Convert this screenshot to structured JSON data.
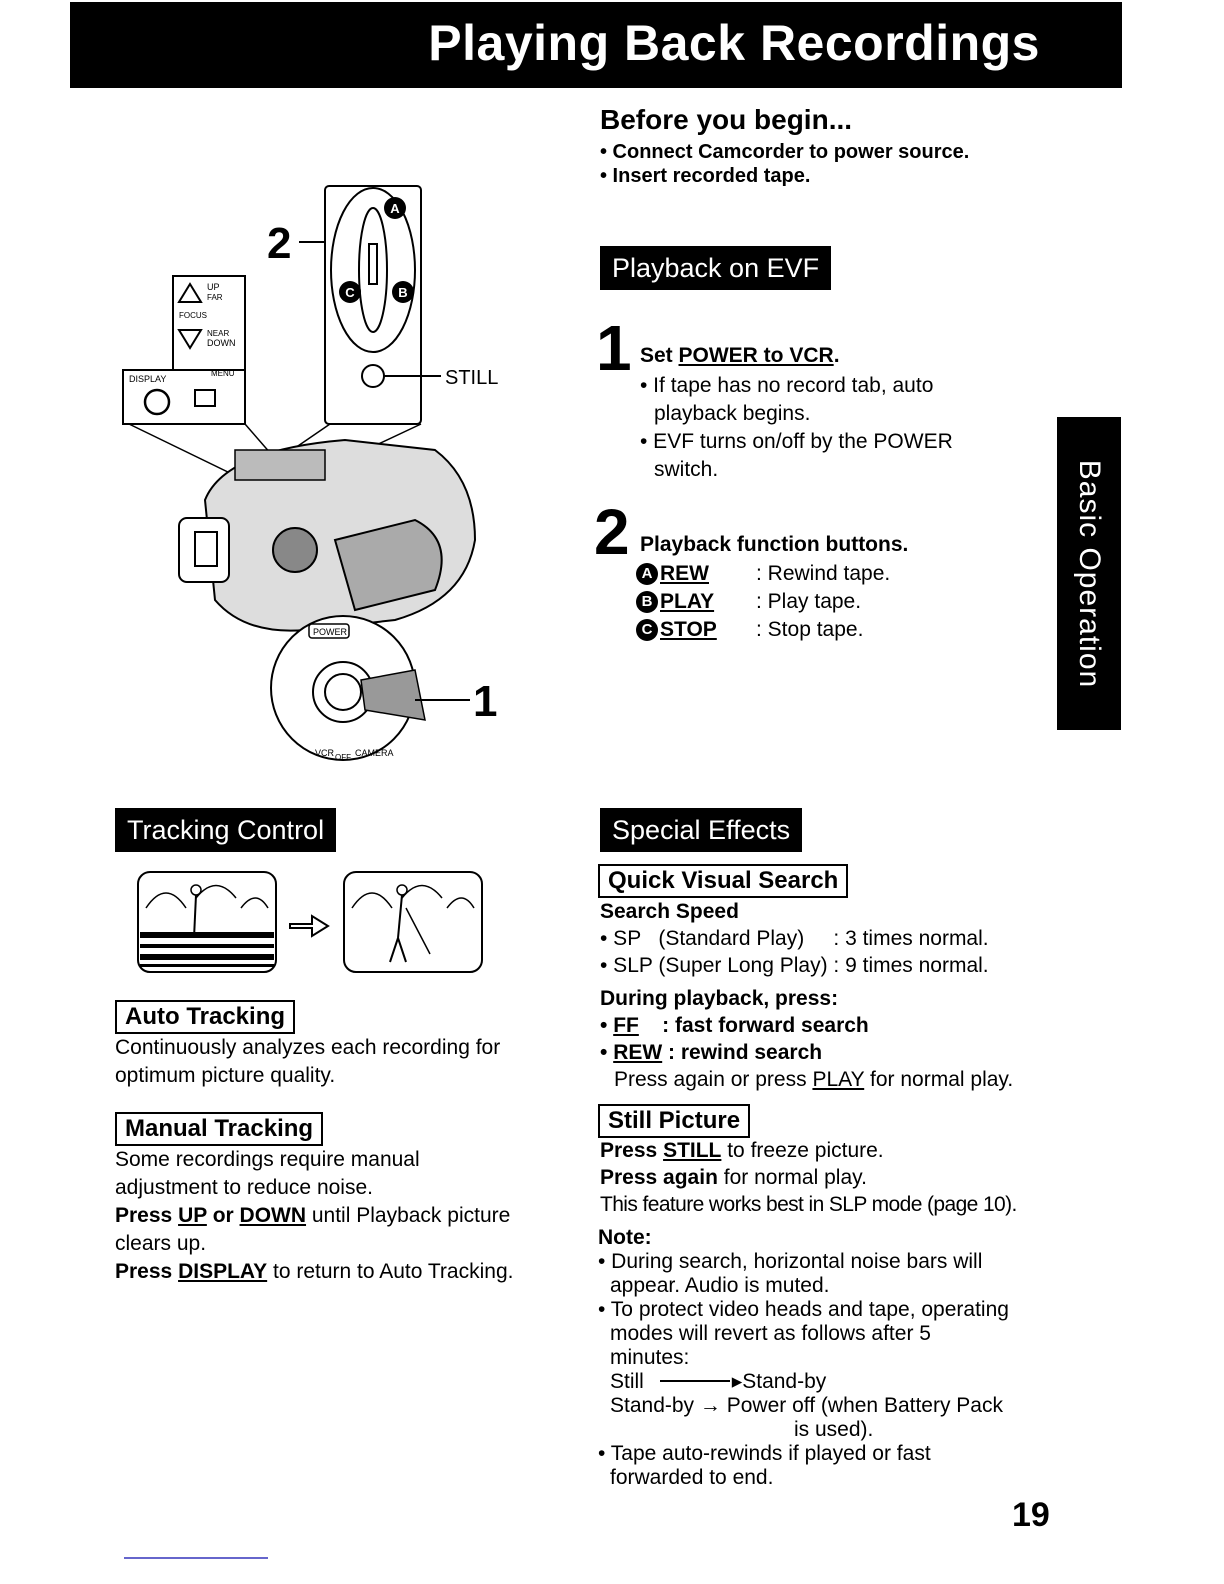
{
  "page_title": "Playing Back Recordings",
  "side_tab": "Basic Operation",
  "before": {
    "heading": "Before you begin...",
    "items": [
      "• Connect Camcorder to power source.",
      "• Insert recorded tape."
    ]
  },
  "figure": {
    "callout_2": "2",
    "callout_1": "1",
    "still": "STILL",
    "up": "UP",
    "far": "FAR",
    "focus": "FOCUS",
    "near": "NEAR",
    "down": "DOWN",
    "display": "DISPLAY",
    "menu": "MENU",
    "power": "POWER",
    "vcr": "VCR",
    "off": "OFF",
    "camera": "CAMERA",
    "btn_a": "A",
    "btn_b": "B",
    "btn_c": "C"
  },
  "playback": {
    "heading": "Playback on EVF",
    "step1_num": "1",
    "step1_pre": "Set ",
    "step1_title": "POWER to VCR",
    "step1_post": ".",
    "step1_b1a": "• If tape has no record tab, auto",
    "step1_b1b": "playback begins.",
    "step1_b2a": "• EVF turns on/off by the POWER",
    "step1_b2b": "switch.",
    "step2_num": "2",
    "step2_title": "Playback function buttons.",
    "buttons": [
      {
        "icon": "A",
        "name": "REW",
        "desc": ": Rewind tape."
      },
      {
        "icon": "B",
        "name": "PLAY",
        "desc": ": Play tape."
      },
      {
        "icon": "C",
        "name": "STOP",
        "desc": ": Stop tape."
      }
    ]
  },
  "tracking": {
    "heading": "Tracking Control",
    "auto_heading": "Auto Tracking",
    "auto_text1": "Continuously analyzes each recording for",
    "auto_text2": "optimum picture quality.",
    "manual_heading": "Manual Tracking",
    "manual_text1": "Some recordings require manual",
    "manual_text2": "adjustment to reduce noise.",
    "press_up_a": "Press ",
    "press_up_b": "UP",
    "press_up_c": " or ",
    "press_up_d": "DOWN",
    "press_up_e": " until Playback picture",
    "press_up_f": "clears up.",
    "press_disp_a": "Press ",
    "press_disp_b": "DISPLAY",
    "press_disp_c": " to return to Auto Tracking."
  },
  "special": {
    "heading": "Special Effects",
    "qvs_heading": "Quick Visual Search",
    "search_speed": "Search Speed",
    "sp": "• SP   (Standard Play)     : 3 times normal.",
    "slp": "• SLP (Super Long Play) : 9 times normal.",
    "during": "During playback, press:",
    "ff_a": "• ",
    "ff_b": "FF",
    "ff_c": "    : fast forward search",
    "rew_a": "• ",
    "rew_b": "REW",
    "rew_c": " : rewind search",
    "press_again_a": "Press again or press ",
    "press_again_b": "PLAY",
    "press_again_c": " for normal play.",
    "still_heading": "Still Picture",
    "still1_a": "Press ",
    "still1_b": "STILL",
    "still1_c": " to freeze picture.",
    "still2_a": "Press again",
    "still2_b": " for normal play.",
    "still3": "This feature works best in SLP mode (page 10).",
    "note": "Note:",
    "n1a": "• During search, horizontal noise bars will",
    "n1b": "appear. Audio is muted.",
    "n2a": "• To protect video heads and tape, operating",
    "n2b": "modes will revert as follows after 5",
    "n2c": "minutes:",
    "n3a": "Still",
    "n3b": "Stand-by",
    "n4a": "Stand-by",
    "n4b": "Power off (when Battery Pack",
    "n4c": "is used).",
    "n5a": "• Tape auto-rewinds if played or fast",
    "n5b": "forwarded to end."
  },
  "page_number": "19"
}
